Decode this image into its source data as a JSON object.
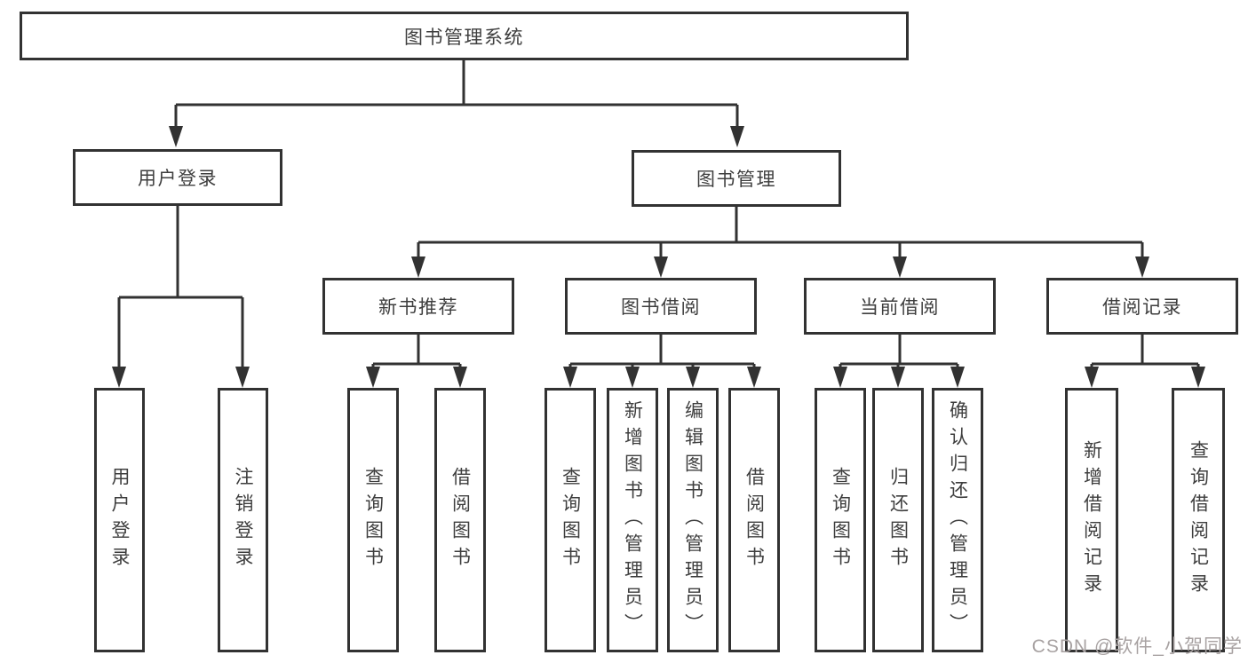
{
  "diagram": {
    "watermark": "CSDN @软件_小贺同学",
    "colors": {
      "line": "#323232",
      "box_border": "#323232",
      "text": "#3e3e3e",
      "watermark": "#a8a2a2",
      "background": "#ffffff"
    },
    "root": {
      "label": "图书管理系统",
      "children": [
        {
          "label": "用户登录",
          "children": [
            {
              "label": "用户登录"
            },
            {
              "label": "注销登录"
            }
          ]
        },
        {
          "label": "图书管理",
          "children": [
            {
              "label": "新书推荐",
              "children": [
                {
                  "label": "查询图书"
                },
                {
                  "label": "借阅图书"
                }
              ]
            },
            {
              "label": "图书借阅",
              "children": [
                {
                  "label": "查询图书"
                },
                {
                  "label": "新增图书（管理员）"
                },
                {
                  "label": "编辑图书（管理员）"
                },
                {
                  "label": "借阅图书"
                }
              ]
            },
            {
              "label": "当前借阅",
              "children": [
                {
                  "label": "查询图书"
                },
                {
                  "label": "归还图书"
                },
                {
                  "label": "确认归还（管理员）"
                }
              ]
            },
            {
              "label": "借阅记录",
              "children": [
                {
                  "label": "新增借阅记录"
                },
                {
                  "label": "查询借阅记录"
                }
              ]
            }
          ]
        }
      ]
    }
  }
}
